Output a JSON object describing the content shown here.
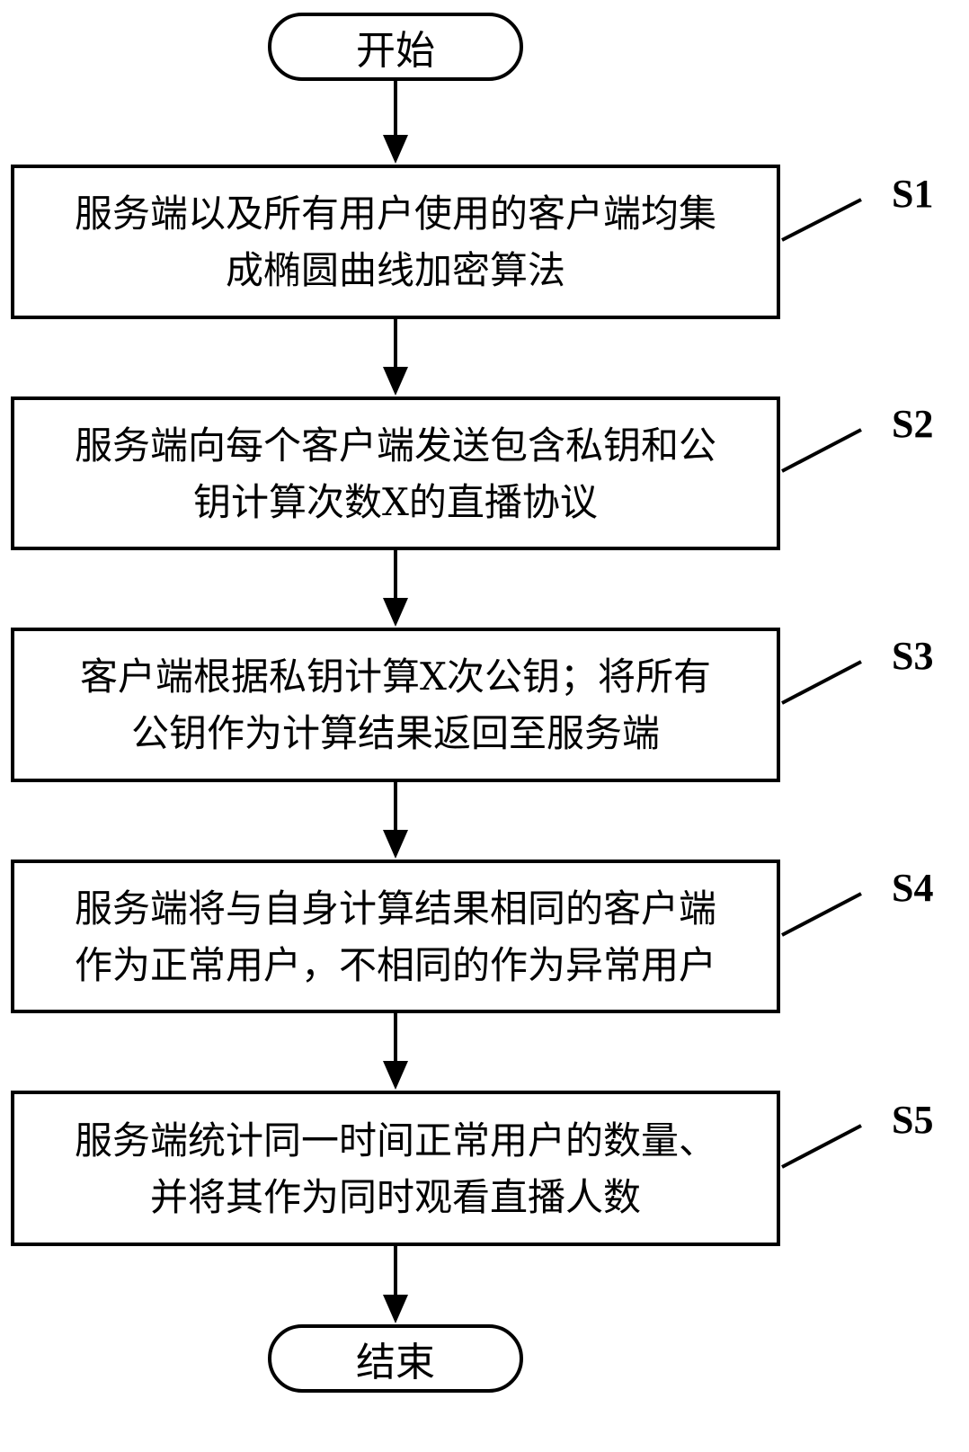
{
  "flowchart": {
    "start_label": "开始",
    "end_label": "结束",
    "steps": [
      {
        "id": "S1",
        "line1": "服务端以及所有用户使用的客户端均集",
        "line2": "成椭圆曲线加密算法"
      },
      {
        "id": "S2",
        "line1": "服务端向每个客户端发送包含私钥和公",
        "line2": "钥计算次数X的直播协议"
      },
      {
        "id": "S3",
        "line1": "客户端根据私钥计算X次公钥；将所有",
        "line2": "公钥作为计算结果返回至服务端"
      },
      {
        "id": "S4",
        "line1": "服务端将与自身计算结果相同的客户端",
        "line2": "作为正常用户，不相同的作为异常用户"
      },
      {
        "id": "S5",
        "line1": "服务端统计同一时间正常用户的数量、",
        "line2": "并将其作为同时观看直播人数"
      }
    ]
  }
}
